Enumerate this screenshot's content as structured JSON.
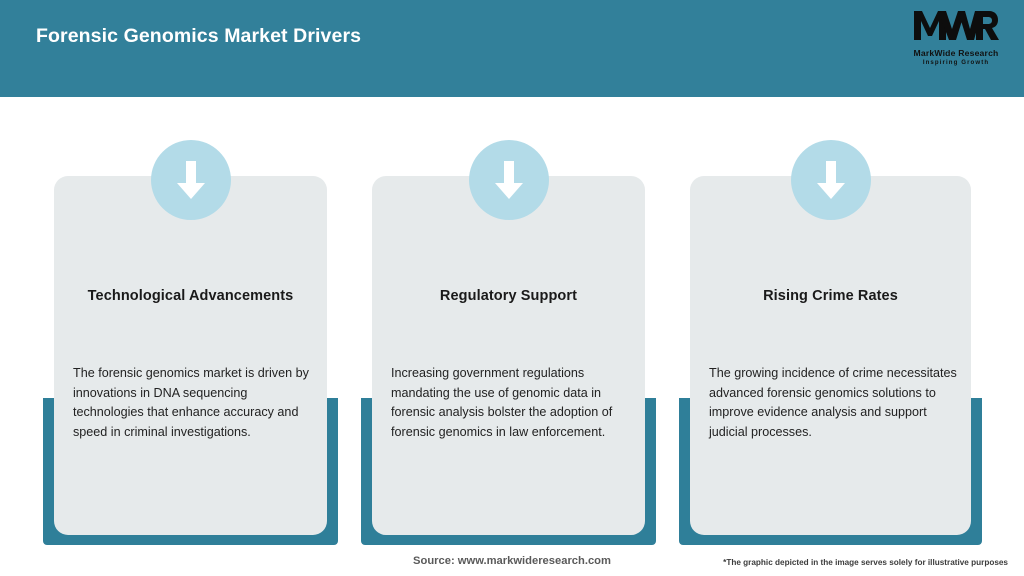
{
  "header": {
    "title": "Forensic Genomics Market Drivers",
    "background_color": "#32809a",
    "title_color": "#ffffff"
  },
  "logo": {
    "mark_text": "MWR",
    "company_name": "MarkWide Research",
    "tagline": "Inspiring Growth",
    "icon": "mwr-logo-icon"
  },
  "cards": [
    {
      "icon": "down-arrow-icon",
      "title": "Technological Advancements",
      "body": "The forensic genomics market is driven by innovations in DNA sequencing technologies that enhance accuracy and speed in criminal investigations."
    },
    {
      "icon": "down-arrow-icon",
      "title": "Regulatory Support",
      "body": "Increasing government regulations mandating the use of genomic data in forensic analysis bolster the adoption of forensic genomics in law enforcement."
    },
    {
      "icon": "down-arrow-icon",
      "title": "Rising Crime Rates",
      "body": "The growing incidence of crime necessitates advanced forensic genomics solutions to improve evidence analysis and support judicial processes."
    }
  ],
  "footer": {
    "source": "Source: www.markwideresearch.com",
    "disclaimer": "*The graphic depicted in the image serves solely for illustrative purposes"
  },
  "colors": {
    "teal": "#32809a",
    "teal_frame": "#2f7f99",
    "card_bg": "#e6eaeb",
    "icon_circle": "#b3dbe8",
    "arrow": "#ffffff"
  }
}
